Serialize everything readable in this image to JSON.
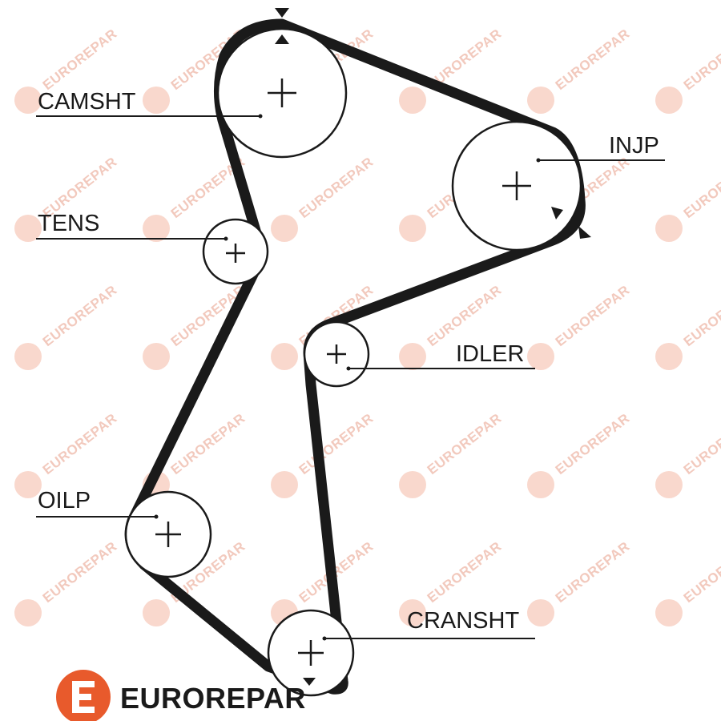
{
  "watermark": {
    "text": "EUROREPAR",
    "color": "#f2c9bd",
    "logo_color": "#f4b8a4"
  },
  "brand": {
    "name": "EUROREPAR",
    "logo_color": "#e85a2c",
    "icon": "eurorepar-e-logo"
  },
  "pulleys": [
    {
      "label": "CAMSHT",
      "role": "camshaft-pulley"
    },
    {
      "label": "INJP",
      "role": "injection-pump-pulley"
    },
    {
      "label": "TENS",
      "role": "tensioner-pulley"
    },
    {
      "label": "IDLER",
      "role": "idler-pulley"
    },
    {
      "label": "OILP",
      "role": "oil-pump-pulley"
    },
    {
      "label": "CRANSHT",
      "role": "crankshaft-pulley"
    }
  ],
  "belt_color": "#1a1a1a",
  "timing_marks": [
    "camshaft-timing-mark",
    "injection-pump-timing-mark",
    "crankshaft-timing-mark"
  ]
}
